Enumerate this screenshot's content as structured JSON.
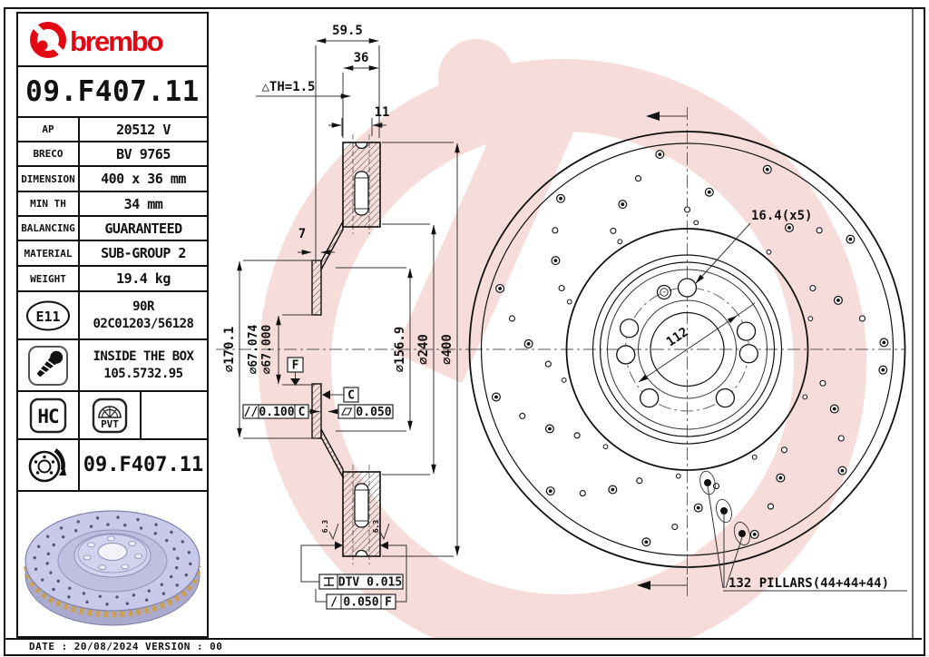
{
  "colors": {
    "accent": "#e30613",
    "watermark": "#f7ddd9",
    "disc_body": "#c9cae9",
    "disc_gold": "#c8a05c"
  },
  "brand": {
    "wordmark": "brembo"
  },
  "part_number": "09.F407.11",
  "spec_table": {
    "rows": [
      {
        "label": "AP",
        "value": "20512 V"
      },
      {
        "label": "BRECO",
        "value": "BV 9765"
      },
      {
        "label": "DIMENSION",
        "value": "400 x 36 mm"
      },
      {
        "label": "MIN TH",
        "value": "34 mm"
      },
      {
        "label": "BALANCING",
        "value": "GUARANTEED"
      },
      {
        "label": "MATERIAL",
        "value": "SUB-GROUP 2"
      },
      {
        "label": "WEIGHT",
        "value": "19.4 kg"
      }
    ]
  },
  "homologation": {
    "mark": "E11",
    "line1": "90R",
    "line2": "02C01203/56128"
  },
  "inside_box": {
    "line1": "INSIDE THE BOX",
    "line2": "105.5732.95"
  },
  "badges": {
    "hc": "HC",
    "pvt": "PVT"
  },
  "footer_part_number": "09.F407.11",
  "date_band": {
    "date_label": "DATE :",
    "date": "20/08/2024",
    "version_label": "VERSION :",
    "version": "00"
  },
  "section_view": {
    "dim_overall": "59.5",
    "dim_thickness": "36",
    "dim_th_wear": "△TH=1.5",
    "dim_hole": "11",
    "dim_wall": "7",
    "dia_flange": "∅170.1",
    "dia_bore_hi": "∅67.074",
    "dia_bore_lo": "∅67.000",
    "dia_hat": "∅156.9",
    "dia_vent": "∅240",
    "dia_outer": "∅400",
    "datum_f": "F",
    "datum_c": "C",
    "parallelism_sym": "//",
    "parallelism_val": "0.100",
    "parallelism_ref": "C",
    "flatness_val": "0.050",
    "dtv_val": "DTV 0.015",
    "runout_sym": "/",
    "runout_val": "0.050",
    "runout_ref": "F",
    "surface_finish_left": "6.3",
    "surface_finish_right": "6.3"
  },
  "front_view": {
    "bolt_hole_label": "16.4(x5)",
    "bolt_circle": "112",
    "pillars_label": "132 PILLARS(44+44+44)"
  }
}
